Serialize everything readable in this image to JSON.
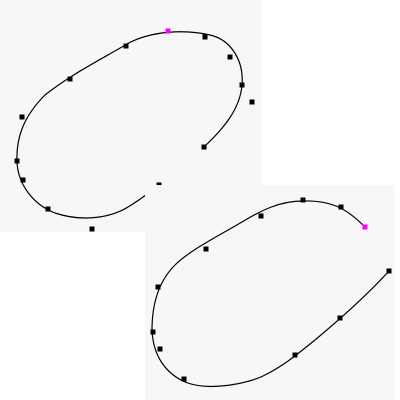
{
  "colors": {
    "page_background": "#ffffff",
    "panel_background": "#f7f7f7",
    "curve_stroke": "#000000",
    "control_point": "#000000",
    "highlighted_control_point": "#ff00ff"
  },
  "figures": [
    {
      "id": "spline-top",
      "highlighted_point_index": 4,
      "control_point_count": 14
    },
    {
      "id": "spline-bottom",
      "highlighted_point_index": 4,
      "control_point_count": 12
    }
  ]
}
